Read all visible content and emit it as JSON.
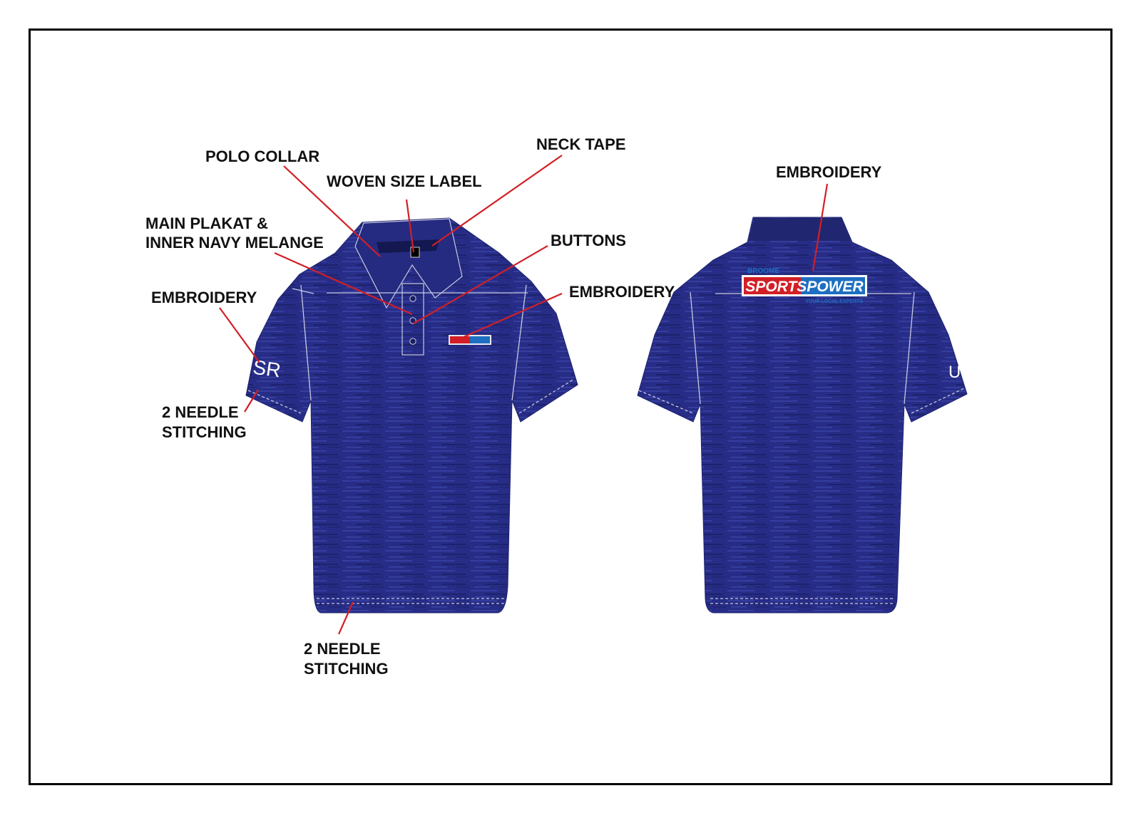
{
  "front": {
    "polo_collar": "POLO COLLAR",
    "woven_size_label": "WOVEN SIZE LABEL",
    "neck_tape": "NECK TAPE",
    "main_plakat_line1": "MAIN PLAKAT &",
    "main_plakat_line2": "INNER NAVY MELANGE",
    "buttons": "BUTTONS",
    "chest_embroidery": "EMBROIDERY",
    "sleeve_embroidery": "EMBROIDERY",
    "sleeve_stitch_line1": "2 NEEDLE",
    "sleeve_stitch_line2": "STITCHING",
    "hem_stitch_line1": "2 NEEDLE",
    "hem_stitch_line2": "STITCHING",
    "sleeve_logo": "SR"
  },
  "back": {
    "embroidery": "EMBROIDERY",
    "logo_top": "BROOME",
    "logo_main": "SPORTSPOWER",
    "logo_tagline": "YOUR LOCAL EXPERTS",
    "sleeve_logo": "U"
  },
  "colors": {
    "shirt": "#272d86",
    "shirt_dark": "#1d2270",
    "leader_line": "#d21f26",
    "logo_red": "#d21f26",
    "logo_blue": "#1e6fc2"
  }
}
